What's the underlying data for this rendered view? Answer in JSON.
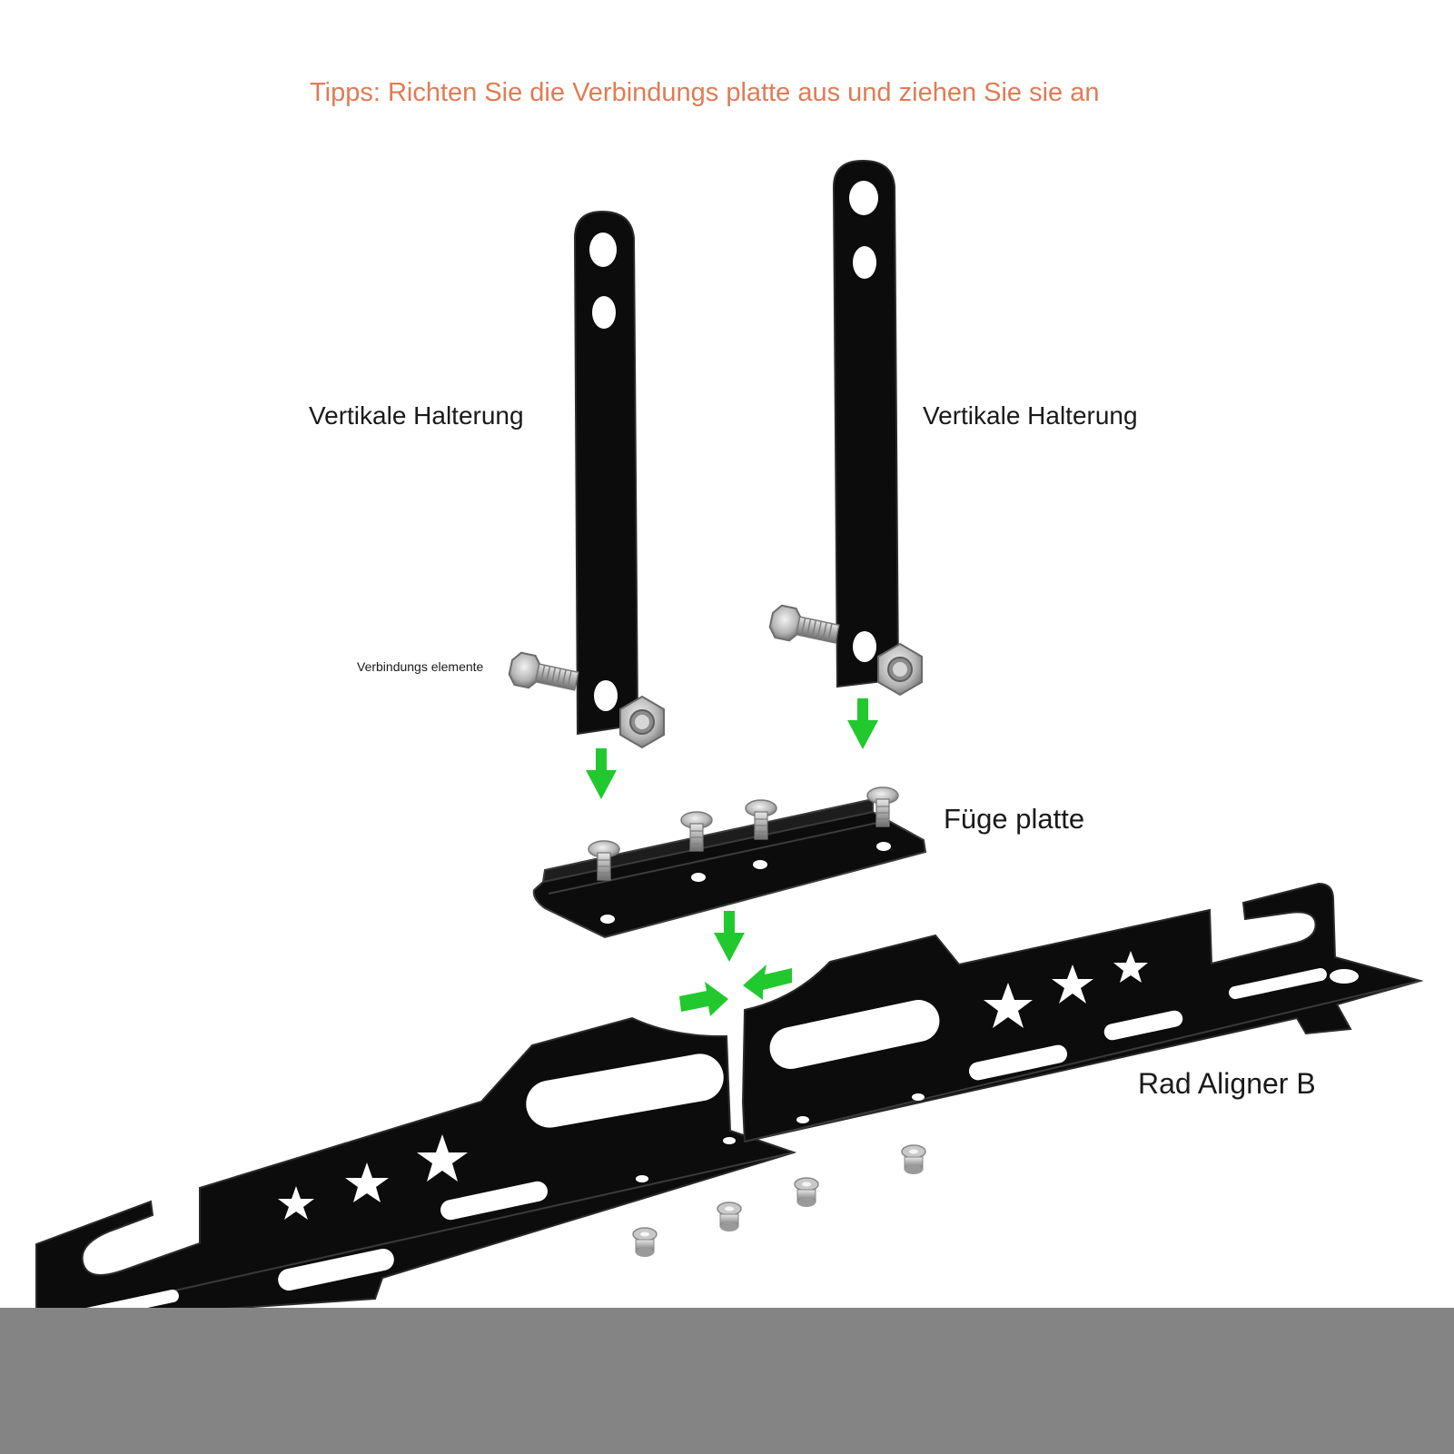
{
  "tip": "Tipps: Richten Sie die Verbindungs platte aus und ziehen Sie sie an",
  "labels": {
    "vertical_left": "Vertikale Halterung",
    "vertical_right": "Vertikale Halterung",
    "elements": "Verbindungs elemente",
    "plate": "Füge platte",
    "aligner": "Rad Aligner B"
  },
  "colors": {
    "tip": "#e07b55",
    "metal": "#0c0c0c",
    "metal_edge": "#2a2a2a",
    "arrow": "#21c92e",
    "steel": "#b9b9b9",
    "steel_dark": "#7c7c7c",
    "bottom_bar": "#848484"
  },
  "icons": [
    "arrow-down-icon",
    "arrow-right-icon",
    "arrow-left-icon",
    "bolt-icon",
    "nut-icon",
    "washer-icon",
    "star-icon"
  ]
}
